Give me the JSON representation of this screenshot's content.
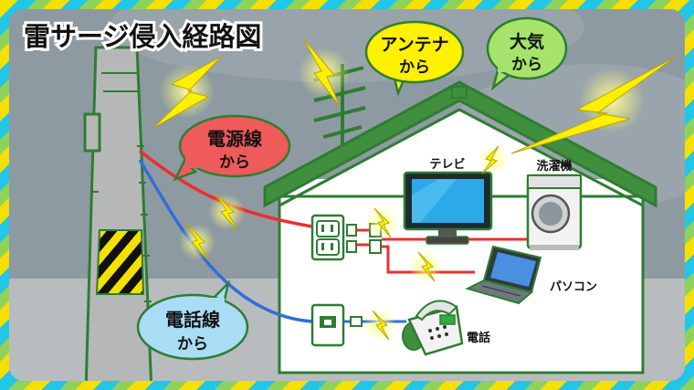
{
  "title": "雷サージ侵入経路図",
  "bubbles": {
    "antenna": {
      "line1": "アンテナ",
      "line2": "から"
    },
    "atmosphere": {
      "line1": "大気",
      "line2": "から"
    },
    "power_line": {
      "line1": "電源線",
      "line2": "から"
    },
    "phone_line": {
      "line1": "電話線",
      "line2": "から"
    }
  },
  "devices": {
    "tv": "テレビ",
    "washer": "洗濯機",
    "pc": "パソコン",
    "phone": "電話"
  },
  "colors": {
    "stripe_yellow": "#f5e000",
    "stripe_cyan": "#22c6e6",
    "stripe_green": "#8fd25a",
    "sky": "#8e9aa2",
    "ground": "#b8bcbf",
    "house_frame": "#2e7d32",
    "roof": "#3f8f3f",
    "power_wire": "#e8312f",
    "phone_wire": "#2f6fd8",
    "bolt": "#ffef00",
    "bubble_yellow": "#fff100",
    "bubble_green": "#a6e36b",
    "bubble_red": "#ef5a5a",
    "bubble_blue": "#a9dcf5"
  },
  "icons": [
    "lightning-bolt-icon",
    "antenna-icon",
    "outlet-icon",
    "modular-jack-icon",
    "tv-icon",
    "washer-icon",
    "laptop-icon",
    "telephone-icon"
  ]
}
